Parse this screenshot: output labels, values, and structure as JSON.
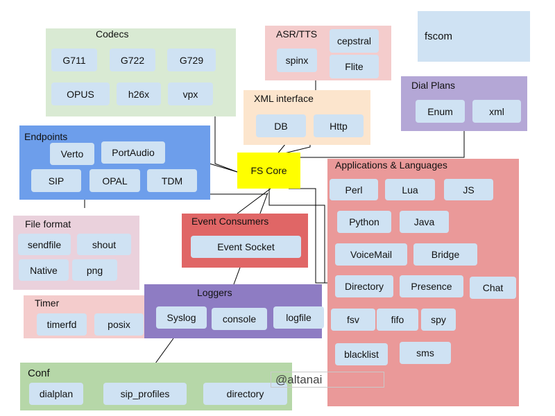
{
  "colors": {
    "codecs": "#d9ead3",
    "asr_tts": "#f4cccc",
    "fscom": "#cfe2f3",
    "xml_interface": "#fce5cd",
    "dial_plans": "#b4a7d6",
    "endpoints": "#6d9eeb",
    "fs_core": "#ffff00",
    "applications": "#ea9999",
    "file_format": "#ead1dc",
    "event_consumers": "#e06666",
    "timer": "#f4cccc",
    "loggers": "#8e7cc3",
    "conf": "#b6d7a8",
    "chip": "#cfe2f3",
    "connector": "#000000"
  },
  "diagram": {
    "fs_core": {
      "label": "FS Core"
    },
    "fscom": {
      "label": "fscom"
    },
    "watermark": {
      "label": "@altanai"
    },
    "codecs": {
      "title": "Codecs",
      "items": [
        "G711",
        "G722",
        "G729",
        "OPUS",
        "h26x",
        "vpx"
      ]
    },
    "asr_tts": {
      "title": "ASR/TTS",
      "items": [
        "cepstral",
        "spinx",
        "Flite"
      ]
    },
    "xml_interface": {
      "title": "XML interface",
      "items": [
        "DB",
        "Http"
      ]
    },
    "dial_plans": {
      "title": "Dial Plans",
      "items": [
        "Enum",
        "xml"
      ]
    },
    "endpoints": {
      "title": "Endpoints",
      "items": [
        "Verto",
        "PortAudio",
        "SIP",
        "OPAL",
        "TDM"
      ]
    },
    "applications": {
      "title": "Applications  & Languages",
      "items": [
        "Perl",
        "Lua",
        "JS",
        "Python",
        "Java",
        "VoiceMail",
        "Bridge",
        "Directory",
        "Presence",
        "Chat",
        "fsv",
        "fifo",
        "spy",
        "blacklist",
        "sms"
      ]
    },
    "file_format": {
      "title": "File format",
      "items": [
        "sendfile",
        "shout",
        "Native",
        "png"
      ]
    },
    "event_consumers": {
      "title": "Event Consumers",
      "items": [
        "Event Socket"
      ]
    },
    "timer": {
      "title": "Timer",
      "items": [
        "timerfd",
        "posix"
      ]
    },
    "loggers": {
      "title": "Loggers",
      "items": [
        "Syslog",
        "console",
        "logfile"
      ]
    },
    "conf": {
      "title": "Conf",
      "items": [
        "dialplan",
        "sip_profiles",
        "directory"
      ]
    }
  }
}
